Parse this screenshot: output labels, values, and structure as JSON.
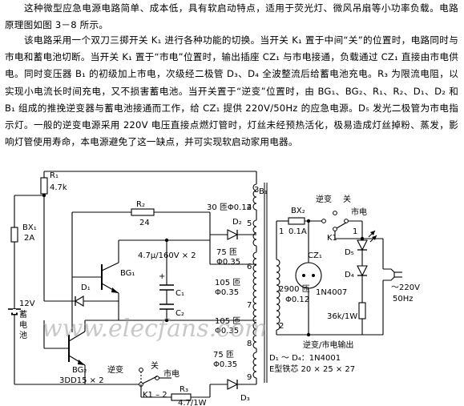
{
  "text": {
    "p1": "这种微型应急电源电路简单、成本低，具有软启动特点，适用于荧光灯、微风吊扇等小功率负载。电路原理图如图 3－8 所示。",
    "p2": "该电路采用一个双刀三掷开关 K₁ 进行各种功能的切换。当开关 K₁ 置于中间“关”的位置时，电路同时与市电和蓄电池切断。当开关 K₁ 置于“市电”位置时，输出插座 CZ₁ 与市电接通，负载通过 CZ₁ 直接由市电供电。同时变压器 B₁ 的初级加上市电，次级经二极管 D₃、D₄ 全波整流后给蓄电池充电。R₃ 为限流电阻，以实现小电流长时间充电，又不损害蓄电池。当开关置于“逆变”位置时，由 BG₁、BG₂、R₁、R₂、D₁、D₂ 和 B₁ 组成的推挽逆变器与蓄电池接通而工作，给 CZ₁ 提供 220V/50Hz 的应急电源。D₅ 发光二极管为市电指示灯。一般的逆变电源采用 220V 电压直接点燃灯管时，灯丝未经预热活化，极易造成灯丝掉粉、蒸发，影响灯管使用寿命，本电源避免了这一缺点，并可实现软启动家用电器。"
  },
  "diagram": {
    "r1": "R₁",
    "r1_val": "4.7k",
    "r2": "R₂",
    "r2_val": "24",
    "bx1": "BX₁",
    "bx1_val": "2A",
    "battery_v": "12V",
    "battery_name": "蓄电池",
    "bg1": "BG₁",
    "bg2": "BG₂",
    "bg2_type": "3DD15 × 2",
    "d1": "D₁",
    "d2": "D₂",
    "d3": "D₃",
    "cap": "4.7μ/160V × 2",
    "c1": "C₁",
    "c2": "C₂",
    "w1": "30 匝Φ0.12",
    "w2a": "75 匝",
    "w2b": "Φ0.35",
    "w3a": "105 匝",
    "w3b": "Φ0.35",
    "w4a": "105 匝",
    "w4b": "Φ0.35",
    "w5a": "75 匝",
    "w5b": "Φ0.35",
    "prim_a": "2900 匝",
    "prim_b": "Φ0.12",
    "b1": "B₁",
    "k1_2": "K1 – 2",
    "k1": "K1",
    "sw_inv": "逆变",
    "sw_off": "关",
    "sw_mains": "市电",
    "r3_val": "4.7/1W",
    "r3": "R₃",
    "bx2": "BX₂",
    "bx2_val": "0.1A",
    "cz1": "CZ₁",
    "led": "1N4007",
    "d4": "D₄",
    "d5": "D₅",
    "r_led": "36k/1W",
    "ac_v": "～220V",
    "ac_f": "50Hz",
    "out_label": "逆变/市电输出",
    "d_note": "D₁ ～ D₄：1N4001",
    "core_note": "E型铁芯 20 × 25 × 27",
    "n1": "1",
    "n2": "2",
    "n3": "3",
    "n4": "4",
    "n5": "5",
    "n6": "6",
    "n7": "7",
    "n8": "8",
    "n9": "9",
    "nl1": "1",
    "nl2": "1",
    "nl3": "2"
  },
  "watermark": "www.elecfans.com"
}
